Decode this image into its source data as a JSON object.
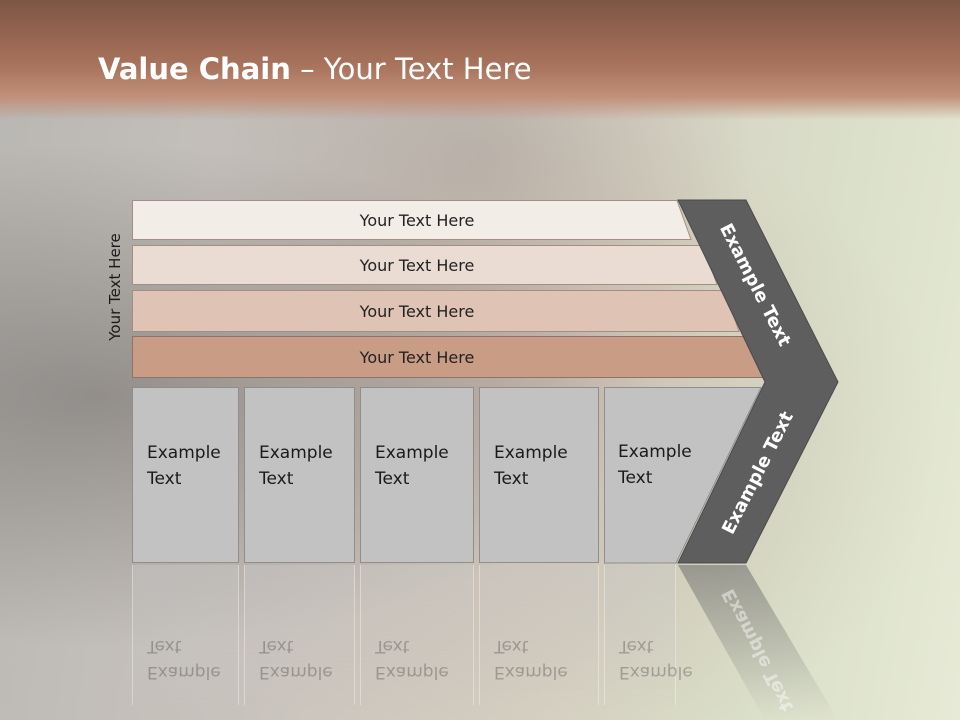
{
  "title": {
    "bold": "Value Chain",
    "rest": " – Your Text Here"
  },
  "side_label": "Your Text Here",
  "bars": [
    {
      "label": "Your Text Here",
      "color": "#f3ede8"
    },
    {
      "label": "Your Text Here",
      "color": "#eadcd3"
    },
    {
      "label": "Your Text Here",
      "color": "#dfc3b5"
    },
    {
      "label": "Your Text Here",
      "color": "#c99c86"
    }
  ],
  "boxes": [
    {
      "line1": "Example",
      "line2": "Text"
    },
    {
      "line1": "Example",
      "line2": "Text"
    },
    {
      "line1": "Example",
      "line2": "Text"
    },
    {
      "line1": "Example",
      "line2": "Text"
    },
    {
      "line1": "Example",
      "line2": "Text"
    }
  ],
  "chevron": {
    "upper_label": "Example Text",
    "lower_label": "Example Text",
    "fill": "#5e5e5e"
  },
  "reflection_label": "Example Text"
}
